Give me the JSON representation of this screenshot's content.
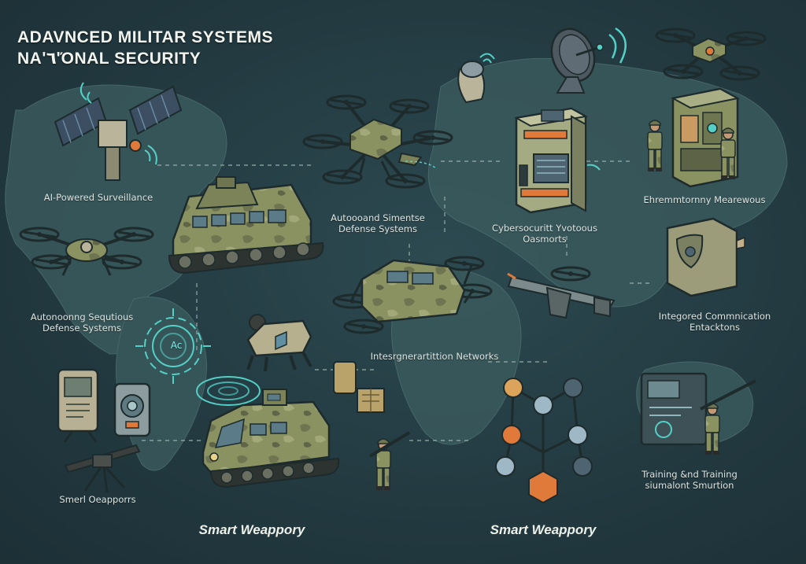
{
  "title": {
    "line1": "ADAVNCED MILITAR SYSTEMS",
    "line2": "NAʹ٦ʹΌNAL SECURITY"
  },
  "labels": [
    {
      "id": "ai-surveillance",
      "lines": [
        "AI-Powered Surveillance"
      ]
    },
    {
      "id": "autonomous-defense-center",
      "lines": [
        "Autoooand Simentse",
        "Defense Systems"
      ]
    },
    {
      "id": "cybersecurity",
      "lines": [
        "Cybersocuritt Yvotoous",
        "Oasmorts"
      ]
    },
    {
      "id": "ehremmtornny",
      "lines": [
        "Ehremmtornny Mearewous"
      ]
    },
    {
      "id": "autonomous-sequtious",
      "lines": [
        "Autonoonng Sequtious",
        "Defense Systems"
      ]
    },
    {
      "id": "integrated-communication",
      "lines": [
        "Integored Commnication",
        "Entacktons"
      ]
    },
    {
      "id": "interconnection-networks",
      "lines": [
        "Intesrgnerartittion Networks"
      ]
    },
    {
      "id": "smart-weapons-small",
      "lines": [
        "Smerl Oeapporrs"
      ]
    },
    {
      "id": "training-simulation",
      "lines": [
        "Training &nd Training",
        "siumalont Smurtion"
      ]
    }
  ],
  "bottom_labels": [
    {
      "id": "smart-weappory-left",
      "text": "Smart Weappory"
    },
    {
      "id": "smart-weappory-right",
      "text": "Smart Weappory"
    }
  ],
  "hud_text": "Ac",
  "colors": {
    "background": "#243d44",
    "land": "#3a5a5d",
    "olive": "#8b9262",
    "olive_dark": "#646a45",
    "cyan": "#53d1c6",
    "orange": "#e07a3a",
    "text": "#dfe6e2"
  }
}
